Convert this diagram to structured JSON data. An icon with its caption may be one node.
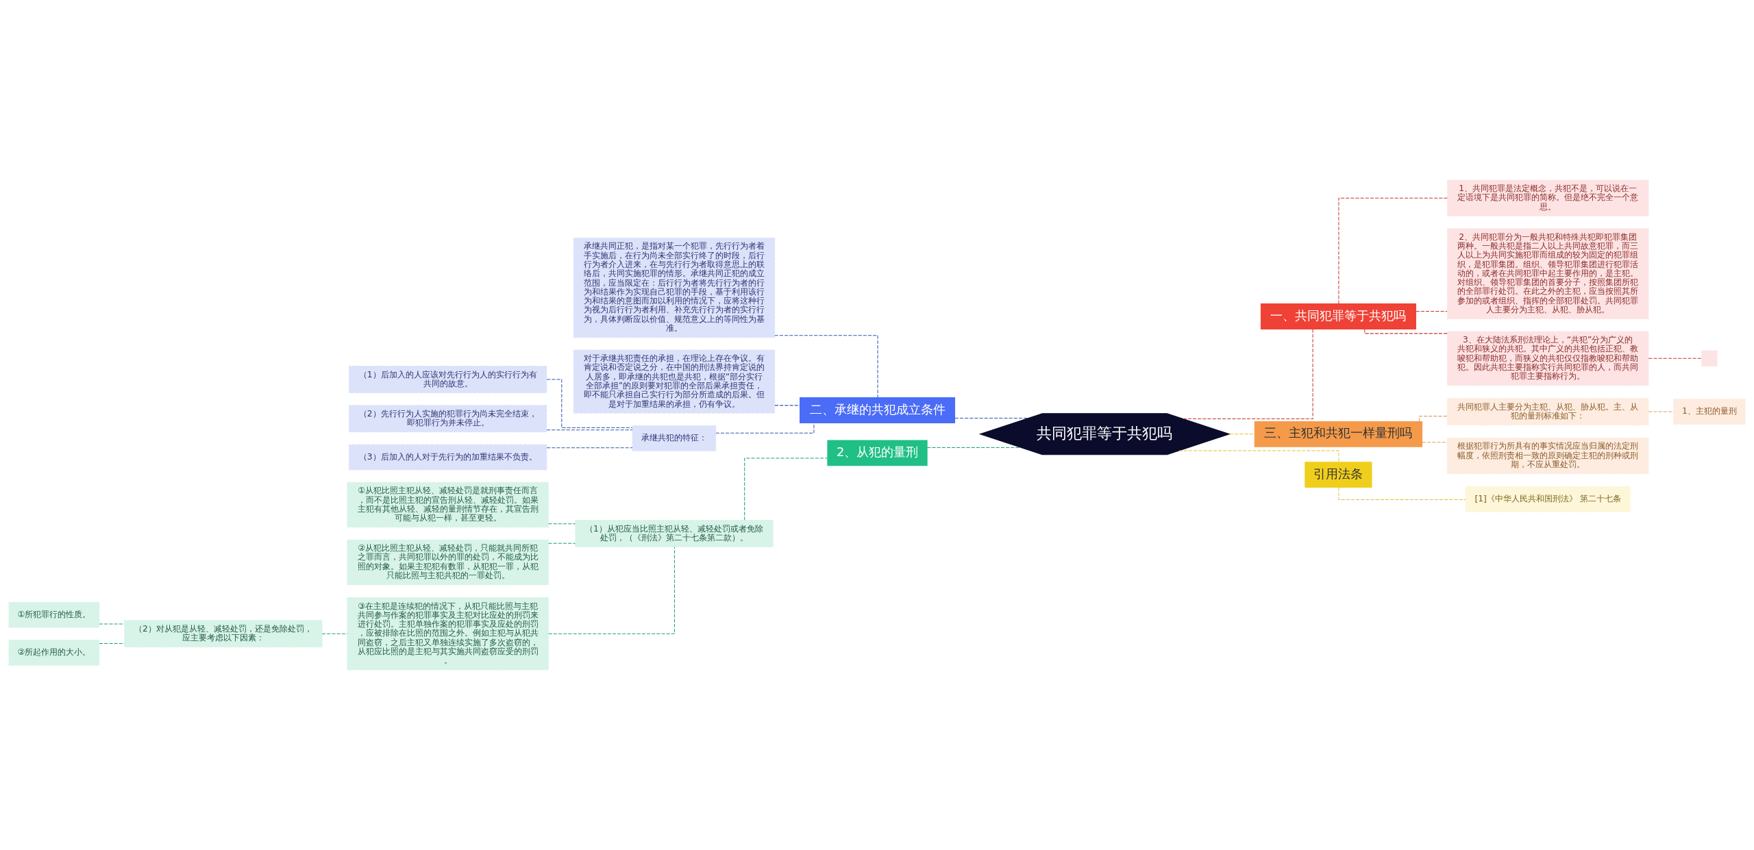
{
  "diagram": {
    "nodes": [
      {
        "text": [
          "共同犯罪等于共犯吗"
        ]
      },
      {
        "text": [
          "一、共同犯罪等于共犯吗"
        ]
      },
      {
        "text": [
          "1、共同犯罪是法定概念，共犯不是，可以说在一定语境下是共同犯罪的简称。但是绝不完全一个意思。"
        ]
      },
      {
        "text": [
          "2、共同犯罪分为一般共犯和特殊共犯即犯罪集团两种。一般共犯是指二人以上共同故意犯罪，而三人以上为共同实施犯罪而组成的较为固定的犯罪组织，是犯罪集团。组织、领导犯罪集团进行犯罪活动的，或者在共同犯罪中起主要作用的，是主犯。对组织、领导犯罪集团的首要分子，按照集团所犯的全部罪行处罚。在此之外的主犯，应当按照其所参加的或者组织、指挥的全部犯罪处罚。共同犯罪人主要分为主犯、从犯、胁从犯。"
        ]
      },
      {
        "text": [
          "3、在大陆法系刑法理论上，“共犯”分为广义的共犯和狭义的共犯。其中广义的共犯包括正犯、教唆犯和帮助犯，而狭义的共犯仅仅指教唆犯和帮助犯。因此共犯主要指称实行共同犯罪的人，而共同犯罪主要指称行为。"
        ]
      },
      {
        "text": [],
        "shape": "box"
      },
      {
        "text": [
          "三、主犯和共犯一样量刑吗"
        ]
      },
      {
        "text": [
          "共同犯罪人主要分为主犯、从犯、胁从犯。主、从犯的量刑标准如下："
        ]
      },
      {
        "text": [
          "1、主犯的量刑"
        ]
      },
      {
        "text": [
          "根据犯罪行为所具有的事实情况应当归属的法定刑幅度，依照刑责相一致的原则确定主犯的刑种或刑期，不应从重处罚。"
        ]
      },
      {
        "text": [
          "引用法条"
        ]
      },
      {
        "text": [
          "[1]《中华人民共和国刑法》 第二十七条"
        ]
      },
      {
        "text": [
          "二、承继的共犯成立条件"
        ]
      },
      {
        "text": [
          "承继共同正犯，是指对某一个犯罪，先行行为者着手实施后，在行为尚未全部实行终了的时段，后行行为者介入进来，在与先行行为者取得意思上的联络后，共同实施犯罪的情形。承继共同正犯的成立范围，应当限定在：后行行为者将先行行为者的行为和结果作为实现自己犯罪的手段，基于利用该行为和结果的意图而加以利用的情况下，应将这种行为视为后行行为者利用、补充先行行为者的实行行为，具体判断应以价值、规范意义上的等同性为基准。"
        ]
      },
      {
        "text": [
          "对于承继共犯责任的承担，在理论上存在争议。有肯定说和否定说之分，在中国的刑法界持肯定说的人居多，即承继的共犯也是共犯，根据“部分实行全部承担”的原则要对犯罪的全部后果承担责任，即不能只承担自己实行行为部分所造成的后果。但是对于加重结果的承担，仍有争议。"
        ]
      },
      {
        "text": [
          "承继共犯的特征："
        ]
      },
      {
        "text": [
          "（1）后加入的人应该对先行行为人的实行行为有共同的故意。"
        ]
      },
      {
        "text": [
          "（2）先行行为人实施的犯罪行为尚未完全结束，即犯罪行为并未停止。"
        ]
      },
      {
        "text": [
          "（3）后加入的人对于先行为的加重结果不负责。"
        ]
      },
      {
        "text": [
          "2、从犯的量刑"
        ]
      },
      {
        "text": [
          "（1）从犯应当比照主犯从轻、减轻处罚或者免除处罚，（《刑法》第二十七条第二款）。"
        ]
      },
      {
        "text": [
          "①从犯比照主犯从轻、减轻处罚是就刑事责任而言，而不是比照主犯的宣告刑从轻、减轻处罚。如果主犯有其他从轻、减轻的量刑情节存在，其宣告刑可能与从犯一样，甚至更轻。"
        ]
      },
      {
        "text": [
          "②从犯比照主犯从轻、减轻处罚，只能就共同所犯之罪而言，共同犯罪以外的罪的处罚，不能成为比照的对象。如果主犯犯有数罪，从犯犯一罪，从犯只能比照与主犯共犯的一罪处罚。"
        ]
      },
      {
        "text": [
          "③在主犯是连续犯的情况下，从犯只能比照与主犯共同参与作案的犯罪事实及主犯对比应处的刑罚来进行处罚。主犯单独作案的犯罪事实及应处的刑罚，应被排除在比照的范围之外。例如主犯与从犯共同盗窃，之后主犯又单独连续实施了多次盗窃的，从犯应比照的是主犯与其实施共同盗窃应受的刑罚。"
        ]
      },
      {
        "text": [
          "（2）对从犯是从轻、减轻处罚，还是免除处罚，应主要考虑以下因素："
        ]
      },
      {
        "text": [
          "①所犯罪行的性质。"
        ]
      },
      {
        "text": [
          "②所起作用的大小。"
        ]
      }
    ],
    "edges": [
      {
        "from": 0,
        "to": 1,
        "arrow": "none",
        "style": "dashed",
        "color": "#c0392b"
      },
      {
        "from": 1,
        "to": 2,
        "arrow": "none",
        "style": "dashed",
        "color": "#c0392b"
      },
      {
        "from": 1,
        "to": 3,
        "arrow": "none",
        "style": "dashed",
        "color": "#c0392b"
      },
      {
        "from": 1,
        "to": 4,
        "arrow": "none",
        "style": "dashed",
        "color": "#c0392b"
      },
      {
        "from": 4,
        "to": 5,
        "arrow": "none",
        "style": "dashed",
        "color": "#c0392b"
      },
      {
        "from": 0,
        "to": 6,
        "arrow": "none",
        "style": "dashed",
        "color": "#e0c030"
      },
      {
        "from": 6,
        "to": 7,
        "arrow": "none",
        "style": "dashed",
        "color": "#d9a066"
      },
      {
        "from": 7,
        "to": 8,
        "arrow": "none",
        "style": "dashed",
        "color": "#d9a066"
      },
      {
        "from": 6,
        "to": 9,
        "arrow": "none",
        "style": "dashed",
        "color": "#d9a066"
      },
      {
        "from": 0,
        "to": 10,
        "arrow": "none",
        "style": "dashed",
        "color": "#e0c030"
      },
      {
        "from": 10,
        "to": 11,
        "arrow": "none",
        "style": "dashed",
        "color": "#e0c030"
      },
      {
        "from": 0,
        "to": 12,
        "arrow": "none",
        "style": "dashed",
        "color": "#3355aa"
      },
      {
        "from": 12,
        "to": 13,
        "arrow": "none",
        "style": "dashed",
        "color": "#3355aa"
      },
      {
        "from": 12,
        "to": 14,
        "arrow": "none",
        "style": "dashed",
        "color": "#3355aa"
      },
      {
        "from": 12,
        "to": 15,
        "arrow": "none",
        "style": "dashed",
        "color": "#3355aa"
      },
      {
        "from": 15,
        "to": 16,
        "arrow": "none",
        "style": "dashed",
        "color": "#3355aa"
      },
      {
        "from": 15,
        "to": 17,
        "arrow": "none",
        "style": "dashed",
        "color": "#3355aa"
      },
      {
        "from": 15,
        "to": 18,
        "arrow": "none",
        "style": "dashed",
        "color": "#3355aa"
      },
      {
        "from": 0,
        "to": 19,
        "arrow": "none",
        "style": "dashed",
        "color": "#1aa07a"
      },
      {
        "from": 19,
        "to": 20,
        "arrow": "none",
        "style": "dashed",
        "color": "#1aa07a"
      },
      {
        "from": 20,
        "to": 21,
        "arrow": "none",
        "style": "dashed",
        "color": "#1aa07a"
      },
      {
        "from": 20,
        "to": 22,
        "arrow": "none",
        "style": "dashed",
        "color": "#1aa07a"
      },
      {
        "from": 20,
        "to": 23,
        "arrow": "none",
        "style": "dashed",
        "color": "#1aa07a"
      },
      {
        "from": 23,
        "to": 24,
        "arrow": "none",
        "style": "dashed",
        "color": "#1aa07a"
      },
      {
        "from": 24,
        "to": 25,
        "arrow": "none",
        "style": "dashed",
        "color": "#1aa07a"
      },
      {
        "from": 24,
        "to": 26,
        "arrow": "none",
        "style": "dashed",
        "color": "#1aa07a"
      }
    ]
  }
}
